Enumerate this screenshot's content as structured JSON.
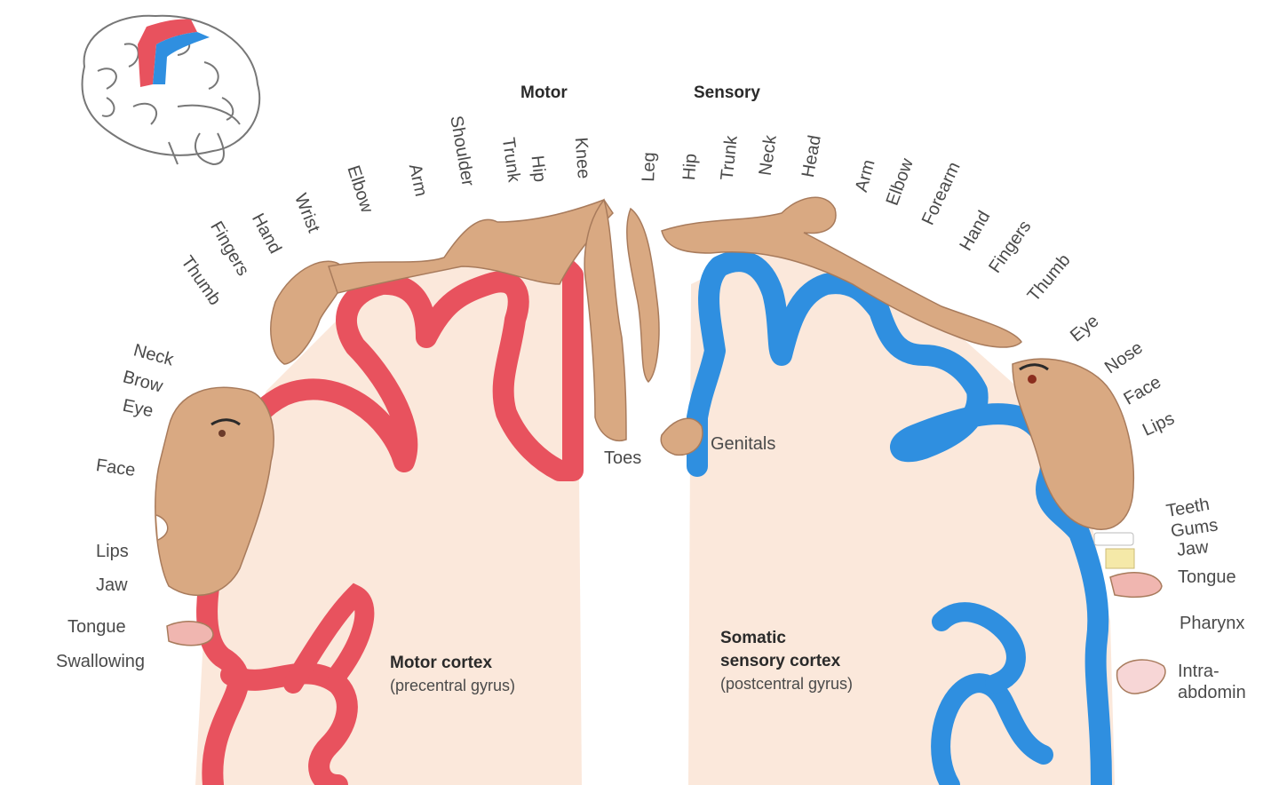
{
  "headers": {
    "motor": "Motor",
    "sensory": "Sensory"
  },
  "motor_labels": {
    "neck": "Neck",
    "brow": "Brow",
    "eye": "Eye",
    "face": "Face",
    "lips": "Lips",
    "jaw": "Jaw",
    "tongue": "Tongue",
    "swallowing": "Swallowing",
    "thumb": "Thumb",
    "fingers": "Fingers",
    "hand": "Hand",
    "wrist": "Wrist",
    "elbow": "Elbow",
    "arm": "Arm",
    "shoulder": "Shoulder",
    "trunk": "Trunk",
    "hip": "Hip",
    "knee": "Knee",
    "toes": "Toes"
  },
  "sensory_labels": {
    "leg": "Leg",
    "hip": "Hip",
    "trunk": "Trunk",
    "neck": "Neck",
    "head": "Head",
    "arm": "Arm",
    "elbow": "Elbow",
    "forearm": "Forearm",
    "hand": "Hand",
    "fingers": "Fingers",
    "thumb": "Thumb",
    "eye": "Eye",
    "nose": "Nose",
    "face": "Face",
    "lips": "Lips",
    "teeth": "Teeth",
    "gums": "Gums",
    "jaw": "Jaw",
    "tongue": "Tongue",
    "pharynx": "Pharynx",
    "intra_1": "Intra-",
    "intra_2": "abdomin",
    "genitals": "Genitals"
  },
  "captions": {
    "motor_title": "Motor cortex",
    "motor_sub": "(precentral gyrus)",
    "sensory_title_1": "Somatic",
    "sensory_title_2": "sensory cortex",
    "sensory_sub": "(postcentral gyrus)"
  },
  "colors": {
    "motor_red": "#e8525e",
    "sensory_blue": "#2f8fe0",
    "homunculus_skin": "#d9a982",
    "cortex_fill": "#fbe8db",
    "brain_outline": "#666666"
  }
}
